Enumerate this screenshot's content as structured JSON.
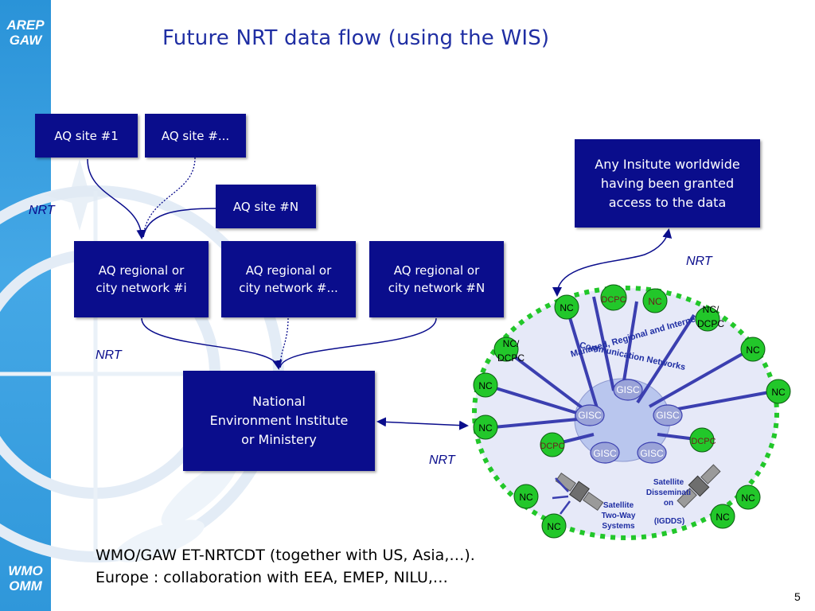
{
  "slide": {
    "title": "Future NRT data flow (using the WIS)",
    "page_number": "5",
    "brand_top_line1": "AREP",
    "brand_top_line2": "GAW",
    "brand_bottom_line1": "WMO",
    "brand_bottom_line2": "OMM"
  },
  "boxes": {
    "aq_site_1": "AQ site #1",
    "aq_site_dots": "AQ site #...",
    "aq_site_n": "AQ site #N",
    "regional_i": "AQ regional or\ncity network #i",
    "regional_dots": "AQ regional or\ncity network #...",
    "regional_n": "AQ regional or\ncity network #N",
    "national": "National\nEnvironment Institute\nor Ministery",
    "any_institute": "Any Insitute worldwide\nhaving been granted\naccess to the data"
  },
  "labels": {
    "nrt_1": "NRT",
    "nrt_2": "NRT",
    "nrt_3": "NRT",
    "nrt_4": "NRT"
  },
  "wis": {
    "network_label_line1": "Managed, Regional and Internet",
    "network_label_line2": "Communication Networks",
    "gisc": "GISC",
    "nc": "NC",
    "dcpc": "DCPC",
    "nc_dcpc": "NC/\nDCPC",
    "sat_two_way": "Satellite\nTwo-Way\nSystems",
    "sat_dissem": "Satellite\nDisseminati\non",
    "igdds": "(IGDDS)"
  },
  "footer": {
    "line1": "WMO/GAW ET-NRTCDT (together with US, Asia,…).",
    "line2": "Europe : collaboration with EEA, EMEP, NILU,…"
  },
  "colors": {
    "box_fill": "#0a0d8c",
    "title": "#1f2ea3",
    "band": "#2a93d8",
    "node_green": "#22c72a",
    "gisc_fill": "#9aa3d8",
    "spoke": "#3b3fb0",
    "ring": "#22c72a"
  }
}
